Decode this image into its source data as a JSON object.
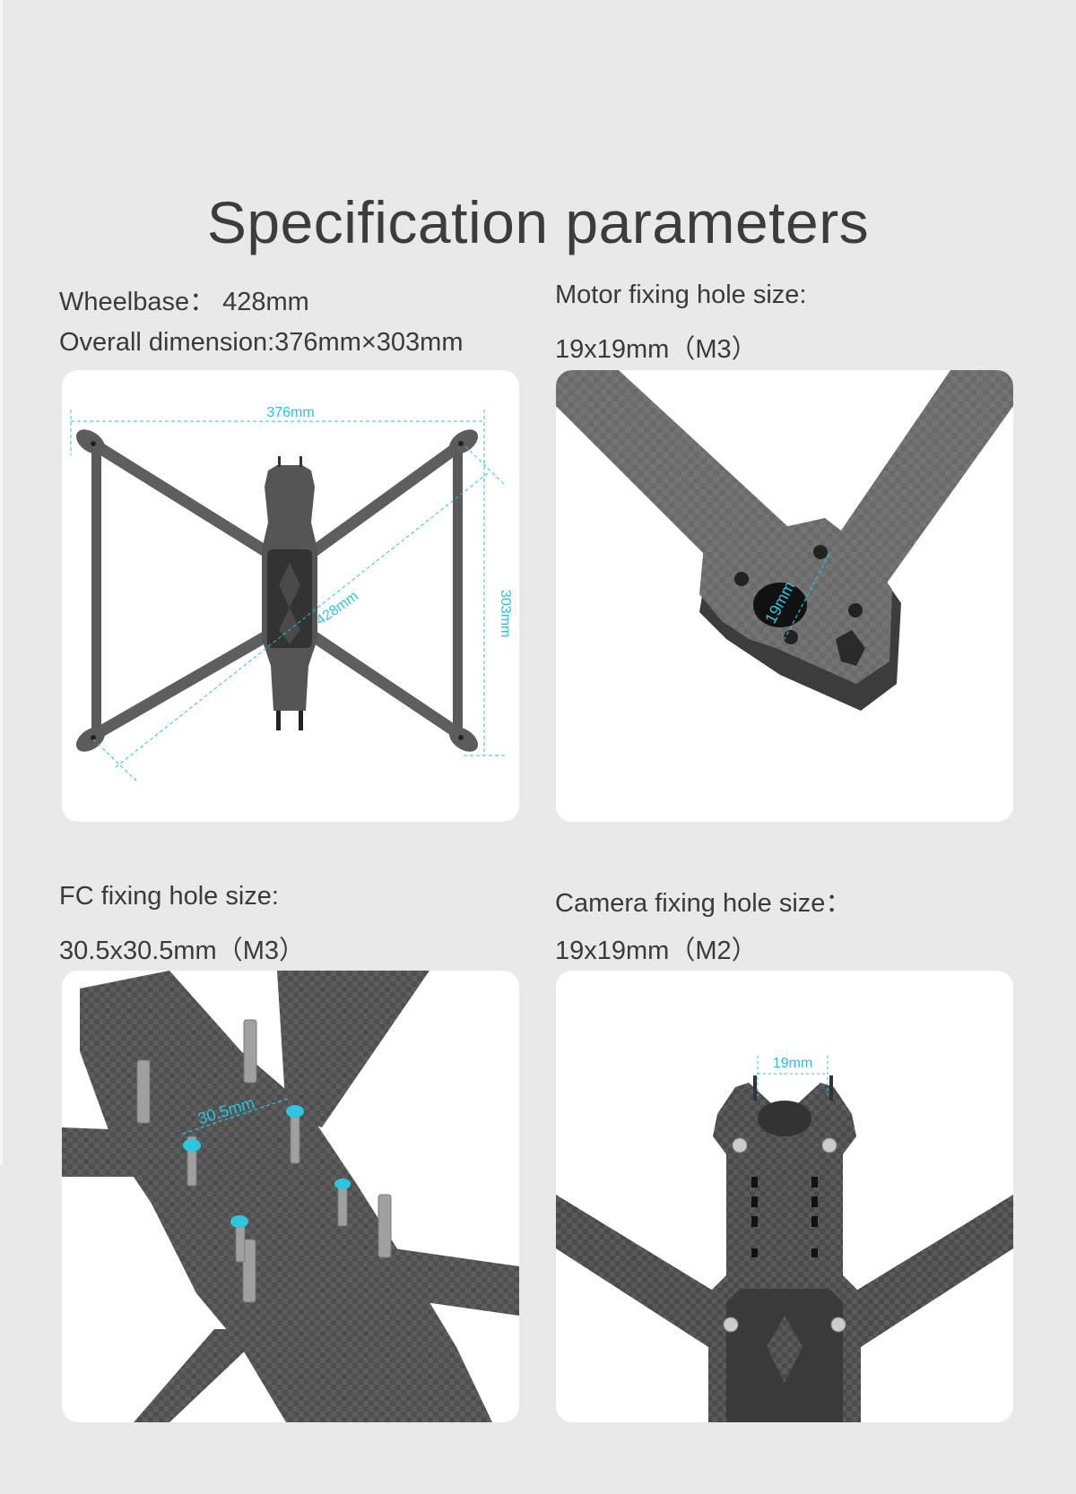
{
  "page": {
    "title": "Specification parameters",
    "accent_color": "#29c3dd",
    "background_color": "#e9e9e9"
  },
  "specs": [
    {
      "id": "wheelbase",
      "lines": [
        "Wheelbase： 428mm",
        "Overall dimension:376mm×303mm"
      ],
      "image": {
        "description": "top-view-frame-diagram",
        "annotations": {
          "width": "376mm",
          "height": "303mm",
          "diagonal": "428mm"
        }
      }
    },
    {
      "id": "motor",
      "lines": [
        "Motor fixing hole size:",
        "19x19mm（M3）"
      ],
      "image": {
        "description": "motor-mount-closeup",
        "annotations": {
          "hole_spacing": "19mm"
        }
      }
    },
    {
      "id": "fc",
      "lines": [
        "FC fixing hole size:",
        "30.5x30.5mm（M3）"
      ],
      "image": {
        "description": "fc-stack-closeup",
        "annotations": {
          "hole_spacing": "30.5mm"
        }
      }
    },
    {
      "id": "camera",
      "lines": [
        "Camera fixing hole size：",
        "19x19mm（M2）"
      ],
      "image": {
        "description": "camera-mount-closeup",
        "annotations": {
          "hole_spacing": "19mm"
        }
      }
    }
  ]
}
